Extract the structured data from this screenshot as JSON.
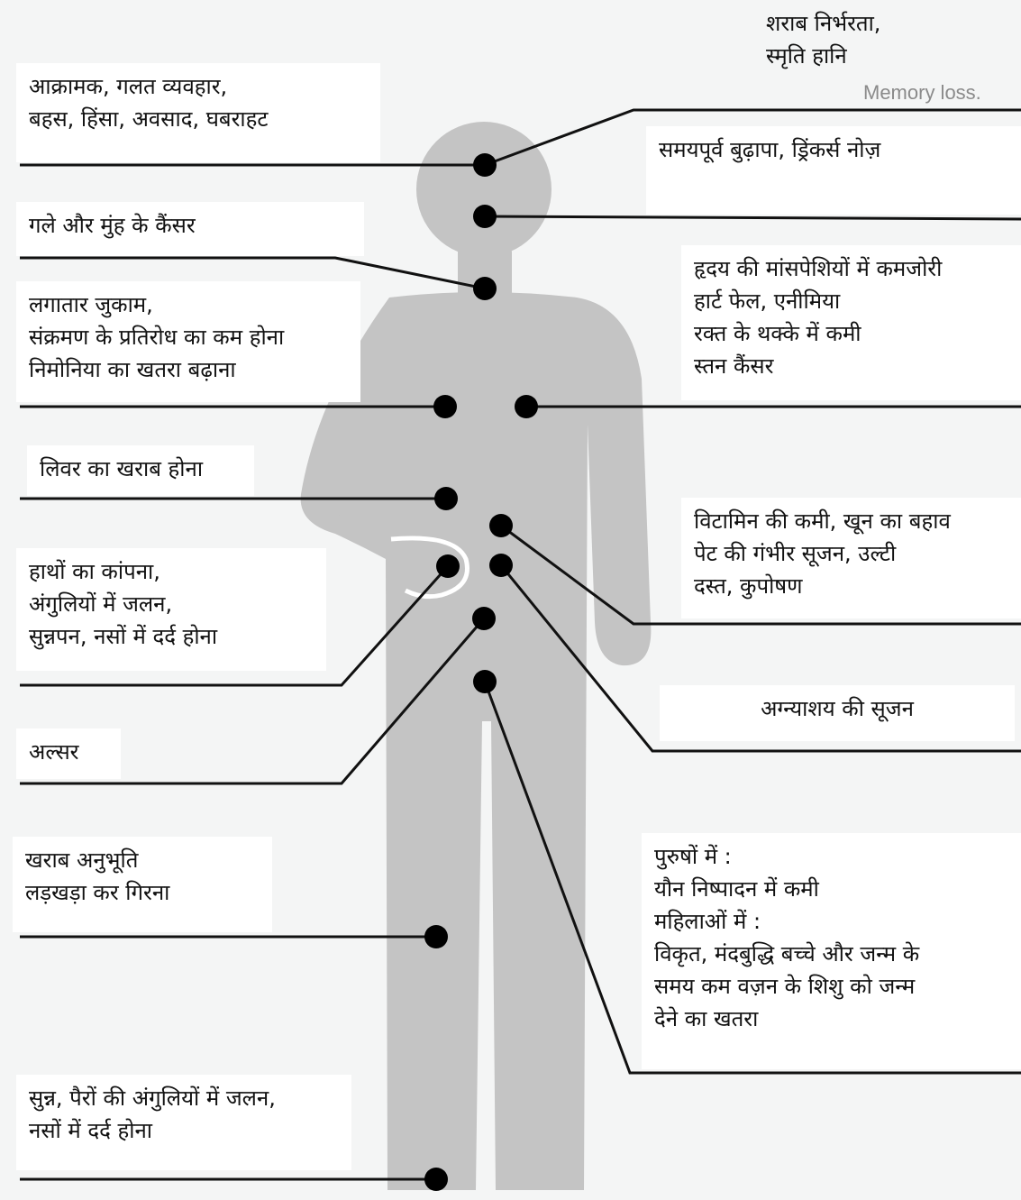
{
  "diagram": {
    "fig_color": "#c4c4c4",
    "line_color": "#111111",
    "dot_color": "#000000"
  },
  "labels": {
    "top": [
      "शराब निर्भरता,",
      "स्मृति हानि"
    ],
    "aggression": [
      "आक्रामक, गलत व्यवहार,",
      "बहस, हिंसा, अवसाद, घबराहट"
    ],
    "aging": [
      "समयपूर्व बुढ़ापा, ड्रिंकर्स नोज़"
    ],
    "throat": [
      "गले और मुंह के कैंसर"
    ],
    "cold": [
      "लगातार जुकाम,",
      "संक्रमण के प्रतिरोध का कम होना",
      "निमोनिया का खतरा बढ़ाना"
    ],
    "heart": [
      "हृदय की मांसपेशियों में कमजोरी",
      "हार्ट फेल, एनीमिया",
      "रक्त के थक्के में कमी",
      "स्तन कैंसर"
    ],
    "liver": [
      "लिवर का खराब होना"
    ],
    "vitamin": [
      "विटामिन की कमी, खून का बहाव",
      "पेट की गंभीर सूजन, उल्टी",
      "दस्त, कुपोषण"
    ],
    "hands": [
      "हाथों का कांपना,",
      "अंगुलियों में जलन,",
      "सुन्नपन, नसों में दर्द होना"
    ],
    "pancreas": [
      "अग्न्याशय की सूजन"
    ],
    "ulcer": [
      "अल्सर"
    ],
    "sensation": [
      "खराब अनुभूति",
      "लड़खड़ा कर गिरना"
    ],
    "reproductive": [
      "पुरुषों में :",
      "यौन निष्पादन में कमी",
      "महिलाओं में :",
      "विकृत, मंदबुद्धि बच्चे और जन्म के",
      "समय कम वज़न के शिशु को जन्म",
      "देने का खतरा"
    ],
    "feet": [
      "सुन्न, पैरों की अंगुलियों में जलन,",
      "नसों में दर्द होना"
    ]
  },
  "ghost_text": "Memory loss."
}
